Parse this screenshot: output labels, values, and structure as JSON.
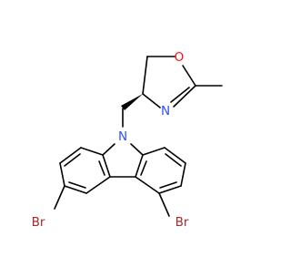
{
  "molecule": {
    "atom_labels": {
      "oxygen": "O",
      "nitrogen_oxazoline": "N",
      "nitrogen_carbazole": "N",
      "bromine_left": "Br",
      "bromine_right": "Br"
    },
    "colors": {
      "oxygen": "#ff0d0d",
      "nitrogen": "#3050f8",
      "bromine": "#a62929",
      "bond": "#000000",
      "background": "#ffffff"
    }
  }
}
